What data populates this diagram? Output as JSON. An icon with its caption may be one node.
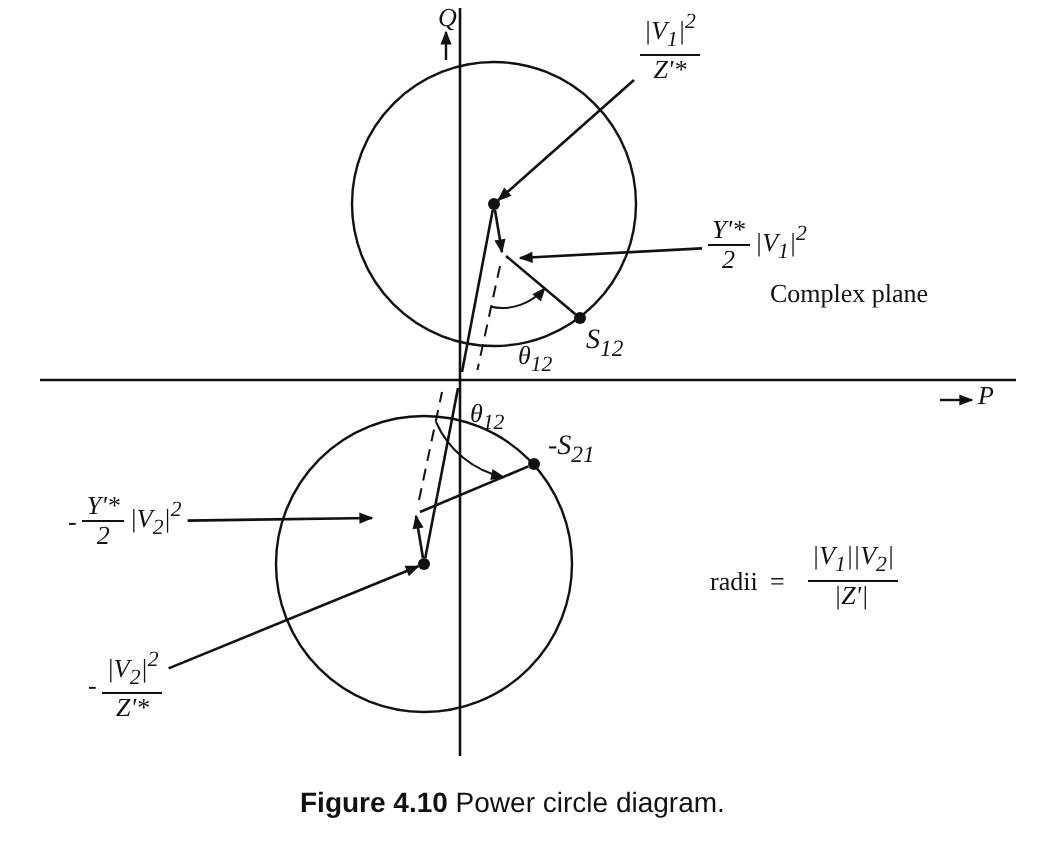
{
  "diagram": {
    "caption": "**Figure 4.10** Power circle diagram.",
    "nodes": [
      {
        "text": [
          "|V$_{1}$|$^{2}$",
          "Z'*"
        ]
      },
      {
        "text": [],
        "shape": "circle"
      },
      {
        "text": [
          "Y'*",
          "2",
          "|V$_{1}$|$^{2}$"
        ]
      },
      {
        "text": [],
        "shape": "circle",
        "beside": [
          "S$_{12}$"
        ]
      },
      {
        "text": [],
        "shape": "circle",
        "beside": [
          "-S$_{21}$"
        ]
      },
      {
        "text": [],
        "shape": "circle"
      },
      {
        "text": [
          "-",
          "Y'*",
          "2",
          "|V$_{2}$|$^{2}$"
        ]
      },
      {
        "text": [
          "-",
          "|V$_{2}$|$^{2}$",
          "Z'*"
        ]
      }
    ],
    "edges": [
      {
        "from": 0,
        "to": 1,
        "arrow": "to"
      },
      {
        "from": 2,
        "to": null,
        "arrow": "to"
      },
      {
        "from": null,
        "to": 1,
        "arrow": "none"
      },
      {
        "from": 1,
        "to": null,
        "arrow": "to"
      },
      {
        "from": null,
        "to": 3,
        "arrow": "none"
      },
      {
        "from": null,
        "to": 5,
        "arrow": "none"
      },
      {
        "from": 5,
        "to": null,
        "arrow": "to"
      },
      {
        "from": null,
        "to": 4,
        "arrow": "none"
      },
      {
        "from": 6,
        "to": null,
        "arrow": "to"
      },
      {
        "from": 7,
        "to": 5,
        "arrow": "to"
      }
    ],
    "labels": [
      "Q",
      "P",
      "Complex plane",
      "θ$_{12}$",
      "θ$_{12}$",
      "radii",
      "=",
      "|V$_{1}$||V$_{2}$|",
      "|Z'|"
    ]
  }
}
